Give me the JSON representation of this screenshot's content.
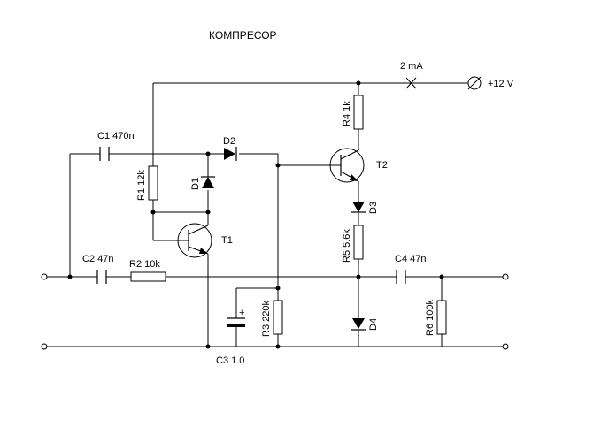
{
  "title": "КОМПРЕСОР",
  "supply": {
    "label": "+12 V",
    "current": "2 mA"
  },
  "components": {
    "C1": "C1 470n",
    "C2": "C2 47n",
    "C3": "C3 1.0",
    "C4": "C4 47n",
    "R1": "R1 12k",
    "R2": "R2 10k",
    "R3": "R3 220k",
    "R4": "R4 1k",
    "R5": "R5 5.6k",
    "R6": "R6 100k",
    "D1": "D1",
    "D2": "D2",
    "D3": "D3",
    "D4": "D4",
    "T1": "T1",
    "T2": "T2",
    "C3_polarity": "+"
  }
}
